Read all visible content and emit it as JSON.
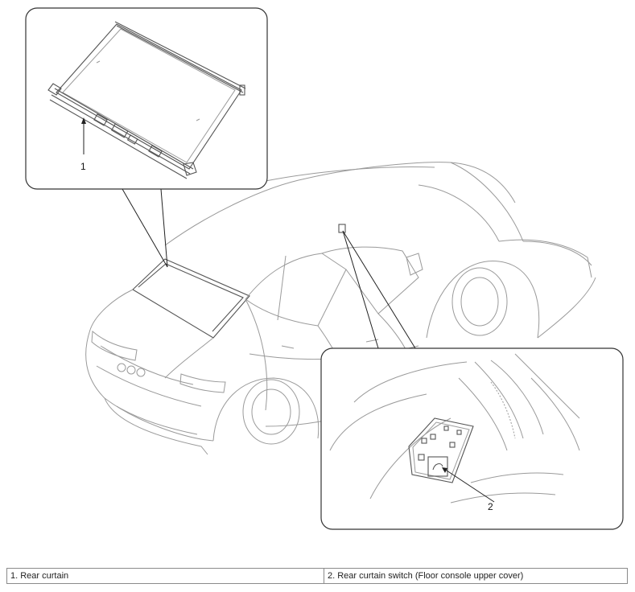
{
  "callouts": {
    "one": "1",
    "two": "2"
  },
  "legend": {
    "items": [
      "1. Rear curtain",
      "2. Rear curtain switch (Floor console upper cover)"
    ]
  }
}
